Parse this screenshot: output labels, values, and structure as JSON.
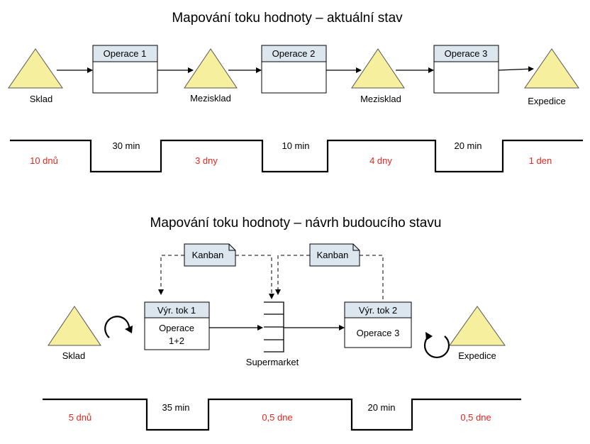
{
  "current": {
    "title": "Mapování toku hodnoty – aktuální stav",
    "inventory": [
      "Sklad",
      "Mezisklad",
      "Mezisklad",
      "Expedice"
    ],
    "operations": [
      "Operace 1",
      "Operace 2",
      "Operace 3"
    ],
    "timeline": {
      "waiting": [
        "10 dnů",
        "3 dny",
        "4 dny",
        "1 den"
      ],
      "processing": [
        "30 min",
        "10 min",
        "20 min"
      ]
    }
  },
  "future": {
    "title": "Mapování toku hodnoty – návrh budoucího stavu",
    "kanban": [
      "Kanban",
      "Kanban"
    ],
    "inventory": [
      "Sklad",
      "Expedice"
    ],
    "supermarket": "Supermarket",
    "flow1": {
      "header": "Výr. tok 1",
      "body_line1": "Operace",
      "body_line2": "1+2"
    },
    "flow2": {
      "header": "Výr. tok 2",
      "body": "Operace 3"
    },
    "timeline": {
      "waiting": [
        "5 dnů",
        "0,5 dne",
        "0,5 dne"
      ],
      "processing": [
        "35 min",
        "20 min"
      ]
    }
  },
  "colors": {
    "triangle_fill": "#f5ef9e",
    "box_header": "#dbe6ef",
    "red_text": "#e8261c"
  }
}
